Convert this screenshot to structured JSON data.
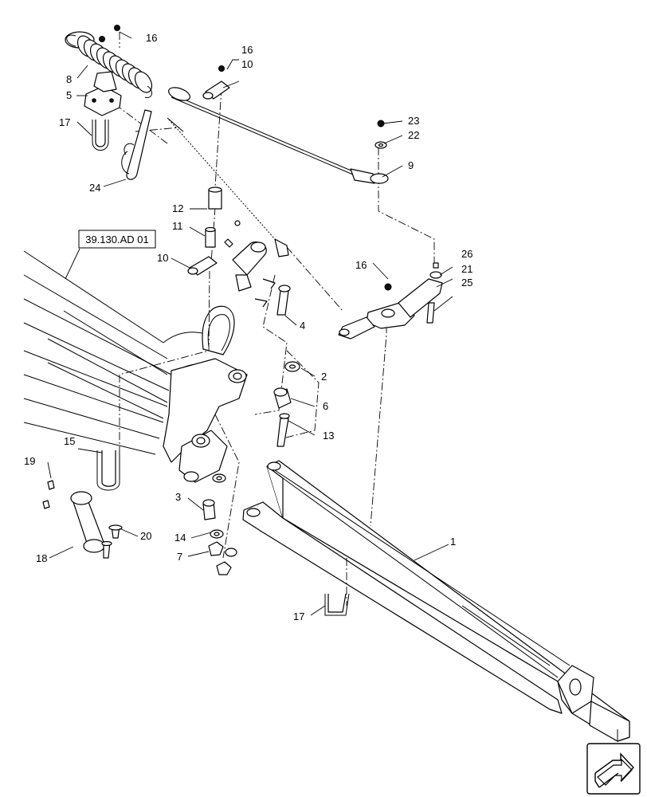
{
  "reference_box": "39.130.AD 01",
  "callouts": {
    "c1": "1",
    "c2": "2",
    "c3": "3",
    "c4": "4",
    "c5": "5",
    "c6": "6",
    "c7": "7",
    "c8": "8",
    "c9": "9",
    "c10a": "10",
    "c10b": "10",
    "c11": "11",
    "c12": "12",
    "c13": "13",
    "c14": "14",
    "c15": "15",
    "c16a": "16",
    "c16b": "16",
    "c16c": "16",
    "c17a": "17",
    "c17b": "17",
    "c18": "18",
    "c19": "19",
    "c20": "20",
    "c21": "21",
    "c22": "22",
    "c23": "23",
    "c24": "24",
    "c25": "25",
    "c26": "26"
  },
  "icons": {
    "navigation": "next-page-arrow-icon"
  }
}
